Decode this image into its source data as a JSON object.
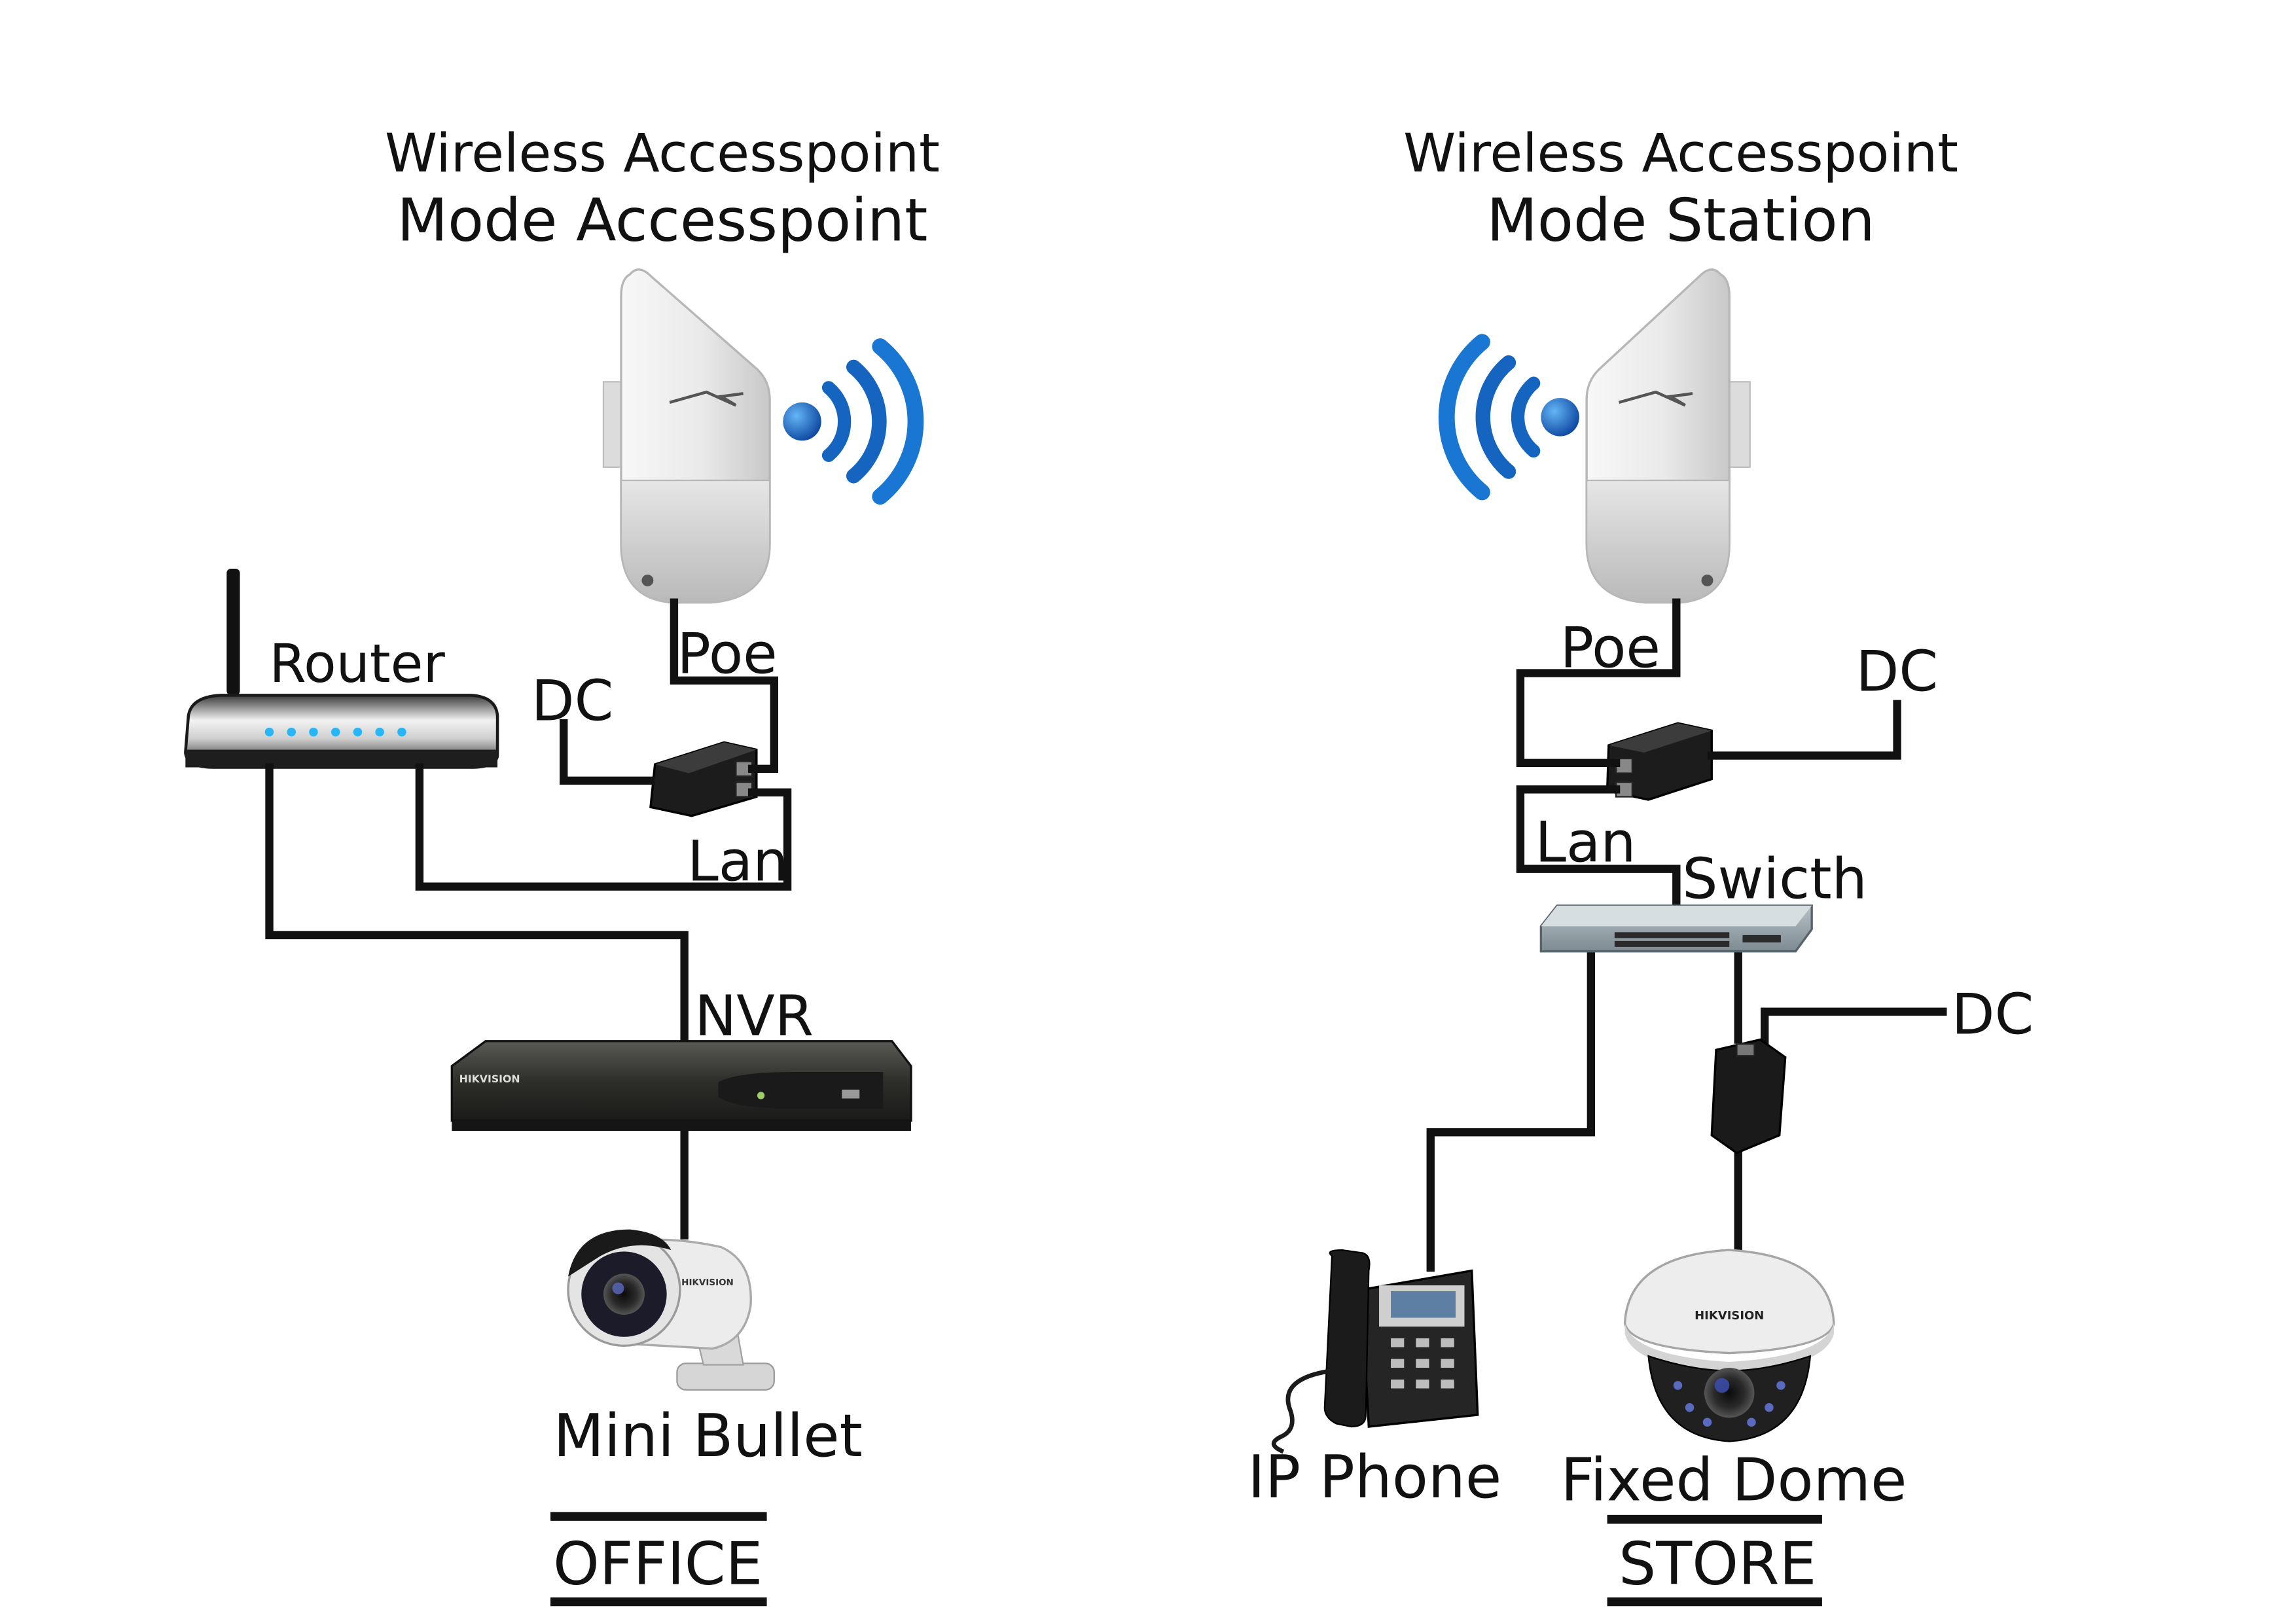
{
  "office": {
    "ap_title": "Wireless Accesspoint",
    "ap_mode": "Mode Accesspoint",
    "router": "Router",
    "poe": "Poe",
    "dc": "DC",
    "lan": "Lan",
    "nvr": "NVR",
    "camera": "Mini Bullet",
    "site": "OFFICE",
    "nvr_brand": "HIKVISION",
    "camera_brand": "HIKVISION"
  },
  "store": {
    "ap_title": "Wireless Accesspoint",
    "ap_mode": "Mode Station",
    "poe": "Poe",
    "dc_injector": "DC",
    "lan": "Lan",
    "switch": "Swicth",
    "dc_camera": "DC",
    "phone": "IP Phone",
    "camera": "Fixed Dome",
    "site": "STORE",
    "camera_brand": "HIKVISION"
  },
  "colors": {
    "wire": "#111111",
    "wifi_blue": "#1565c0",
    "router_led": "#29b6f6"
  },
  "icons": [
    "access-point-icon",
    "wifi-signal-icon",
    "router-icon",
    "poe-injector-icon",
    "nvr-icon",
    "bullet-camera-icon",
    "switch-icon",
    "ip-phone-icon",
    "dome-camera-icon"
  ]
}
